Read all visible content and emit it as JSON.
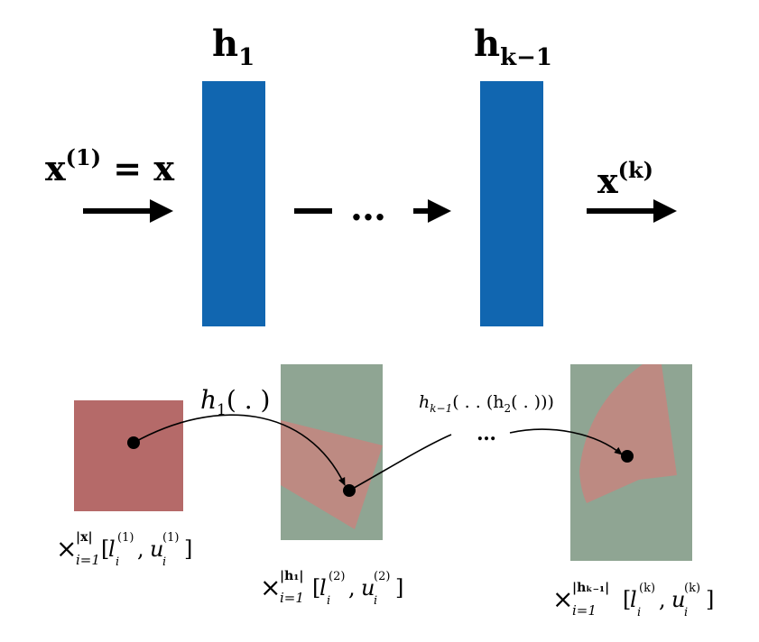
{
  "top": {
    "layers": [
      {
        "symbol": "h",
        "subscript": "1"
      },
      {
        "symbol": "h",
        "subscript": "k−1"
      }
    ],
    "input": {
      "base": "x",
      "superscript": "(1)",
      "rest": " = x"
    },
    "output": {
      "base": "x",
      "superscript": "(k)"
    },
    "ellipsis": "…"
  },
  "bottom": {
    "map_first": {
      "fn": "h",
      "sub": "1",
      "arg": "( . )"
    },
    "map_chain": {
      "fn": "h",
      "sub": "k−1",
      "arg": "( . . (h",
      "sub2": "2",
      "arg2": "( . )))"
    },
    "chain_dots": "…",
    "boxes": [
      {
        "prod": "×",
        "upper": "|x|",
        "lower": "i=1",
        "l_sup": "(1)",
        "u_sup": "(1)"
      },
      {
        "prod": "×",
        "upper": "|h₁|",
        "lower": "i=1",
        "l_sup": "(2)",
        "u_sup": "(2)"
      },
      {
        "prod": "×",
        "upper": "|hₖ₋₁|",
        "lower": "i=1",
        "l_sup": "(k)",
        "u_sup": "(k)"
      }
    ],
    "interval": {
      "l": "l",
      "u": "u",
      "i": "i"
    }
  },
  "colors": {
    "layer_blue": "#1166b0",
    "region_red": "#b56a69",
    "box_green": "#8fa593",
    "arrow": "#000000"
  }
}
